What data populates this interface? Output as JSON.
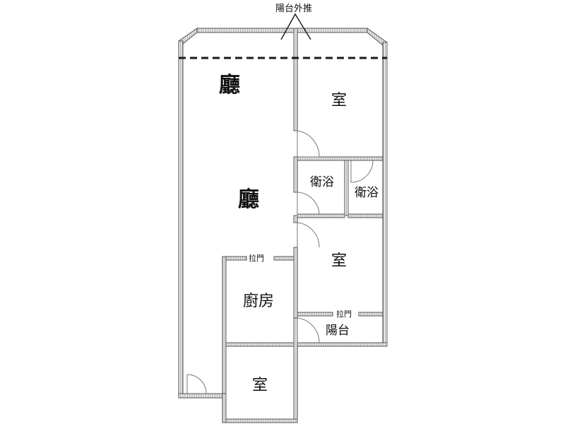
{
  "labels": {
    "balcony_extension": "陽台外推",
    "living_room_upper": "廳",
    "living_room_lower": "廳",
    "room_top_right": "室",
    "bath_left": "衛浴",
    "bath_right": "衛浴",
    "room_middle_right": "室",
    "sliding_door_kitchen": "拉門",
    "sliding_door_balcony": "拉門",
    "kitchen": "廚房",
    "balcony": "陽台",
    "room_bottom": "室"
  },
  "colors": {
    "wall_outline": "#555555",
    "wall_hatch": "#9a9a9a",
    "dashed_line": "#1a1a1a",
    "door": "#777777"
  }
}
